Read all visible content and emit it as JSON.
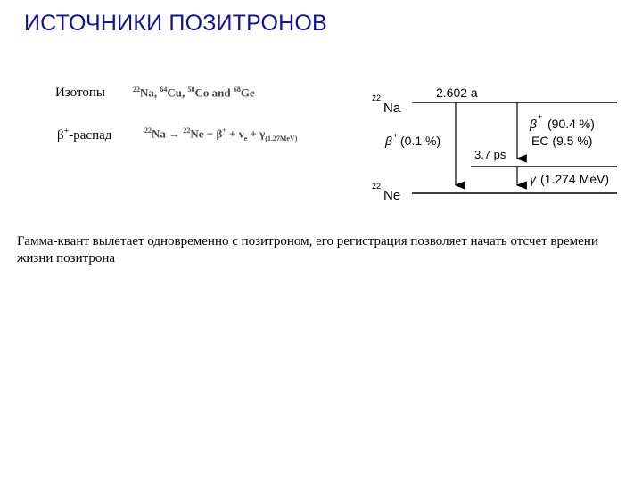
{
  "title": "ИСТОЧНИКИ ПОЗИТРОНОВ",
  "isotopes": {
    "label": "Изотопы",
    "list": [
      {
        "mass": "22",
        "sym": "Na"
      },
      {
        "mass": "64",
        "sym": "Cu"
      },
      {
        "mass": "58",
        "sym": "Co"
      },
      {
        "mass": "68",
        "sym": "Ge"
      }
    ],
    "sep": ", ",
    "conj": " and "
  },
  "beta_decay": {
    "label_symbol": "β",
    "label_sup": "+",
    "label_text": "-распад",
    "reaction": {
      "parent_mass": "22",
      "parent": "Na",
      "arrow": "→",
      "daughter_mass": "22",
      "daughter": "Ne",
      "minus": " − ",
      "beta": "β",
      "beta_sup": "+",
      "plus1": " + ",
      "nu": "ν",
      "nu_sub": "e",
      "plus2": " + ",
      "gamma": "γ",
      "gamma_sub": "(1.27MeV)"
    }
  },
  "scheme": {
    "parent_mass": "22",
    "parent": "Na",
    "half_life": "2.602 a",
    "branch_small_beta": "β",
    "branch_small_sup": "+",
    "branch_small_pct": "(0.1 %)",
    "branch_main_beta": "β",
    "branch_main_sup": "+",
    "branch_main_pct": "(90.4 %)",
    "branch_ec": "EC (9.5 %)",
    "excited_lifetime": "3.7 ps",
    "gamma_symbol": "γ",
    "gamma_energy": "(1.274 MeV)",
    "daughter_mass": "22",
    "daughter": "Ne"
  },
  "body_text": "Гамма-квант вылетает одновременно с позитроном, его регистрация позволяет начать отсчет времени жизни позитрона"
}
